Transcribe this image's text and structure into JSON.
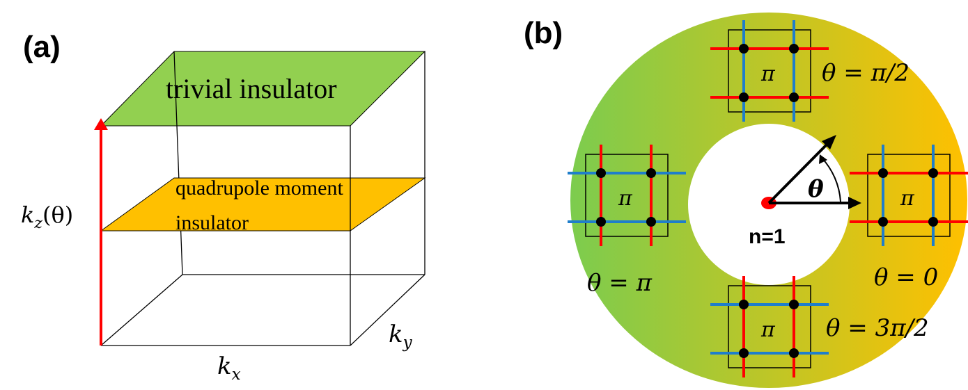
{
  "panel_a": {
    "label": "(a)",
    "top_plane_label": "trivial insulator",
    "middle_plane_label_line1": "quadrupole moment",
    "middle_plane_label_line2": "insulator",
    "axis_kz": "kz(θ)",
    "axis_kz_main": "k",
    "axis_kz_sub": "z",
    "axis_kz_arg": "(θ)",
    "axis_kx_main": "k",
    "axis_kx_sub": "x",
    "axis_ky_main": "k",
    "axis_ky_sub": "y",
    "colors": {
      "top_plane": "#92d050",
      "middle_plane": "#ffc000",
      "arrow": "#ff0000"
    }
  },
  "panel_b": {
    "label": "(b)",
    "center_label": "n=1",
    "angle_label": "θ",
    "plaquette_flux": "π",
    "theta_labels": {
      "top": "θ = π/2",
      "left": "θ = π",
      "right": "θ = 0",
      "bottom": "θ = 3π/2"
    },
    "colors": {
      "ring_left": "#7ccc4e",
      "ring_right": "#ffc000",
      "red_bond": "#ff0000",
      "blue_bond": "#1f7ecb",
      "node": "#000000"
    }
  }
}
